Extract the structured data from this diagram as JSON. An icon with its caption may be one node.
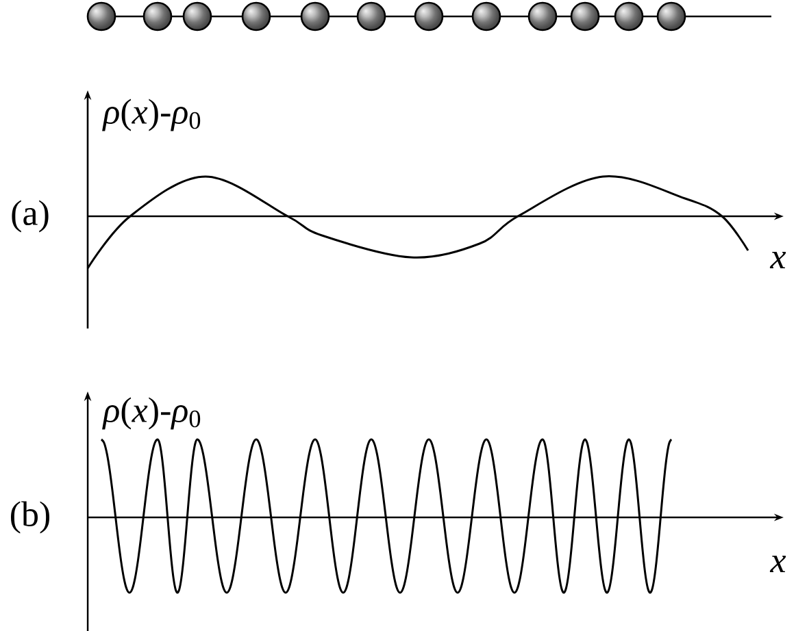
{
  "diagram": {
    "labels": [
      "*ρ*(*x*)-*ρ*$_{0}$",
      "(a)",
      "x",
      "*ρ*(*x*)-*ρ*$_{0}$",
      "(b)",
      "x"
    ]
  }
}
